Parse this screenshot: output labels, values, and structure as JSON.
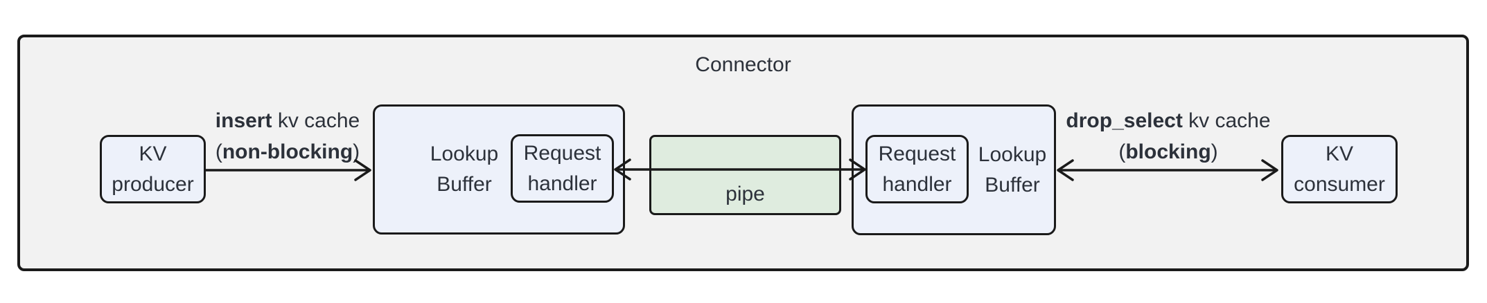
{
  "diagram": {
    "title": "Connector",
    "nodes": {
      "kv_producer": {
        "line1": "KV",
        "line2": "producer"
      },
      "lookup_buffer_left": {
        "line1": "Lookup",
        "line2": "Buffer"
      },
      "request_handler_left": {
        "line1": "Request",
        "line2": "handler"
      },
      "pipe": {
        "label": "pipe"
      },
      "request_handler_right": {
        "line1": "Request",
        "line2": "handler"
      },
      "lookup_buffer_right": {
        "line1": "Lookup",
        "line2": "Buffer"
      },
      "kv_consumer": {
        "line1": "KV",
        "line2": "consumer"
      }
    },
    "edge_labels": {
      "insert": {
        "line1_bold": "insert",
        "line1_rest": " kv cache",
        "line2_open": "(",
        "line2_bold": "non-blocking",
        "line2_close": ")"
      },
      "drop_select": {
        "line1_bold": "drop_select",
        "line1_rest": " kv cache",
        "line2_open": "(",
        "line2_bold": "blocking",
        "line2_close": ")"
      }
    },
    "colors": {
      "container_fill": "#f2f2f2",
      "node_fill": "#edf1fa",
      "pipe_fill": "#dfecdf",
      "border_color": "#1a1a1a",
      "text_color": "#2c313a"
    }
  }
}
